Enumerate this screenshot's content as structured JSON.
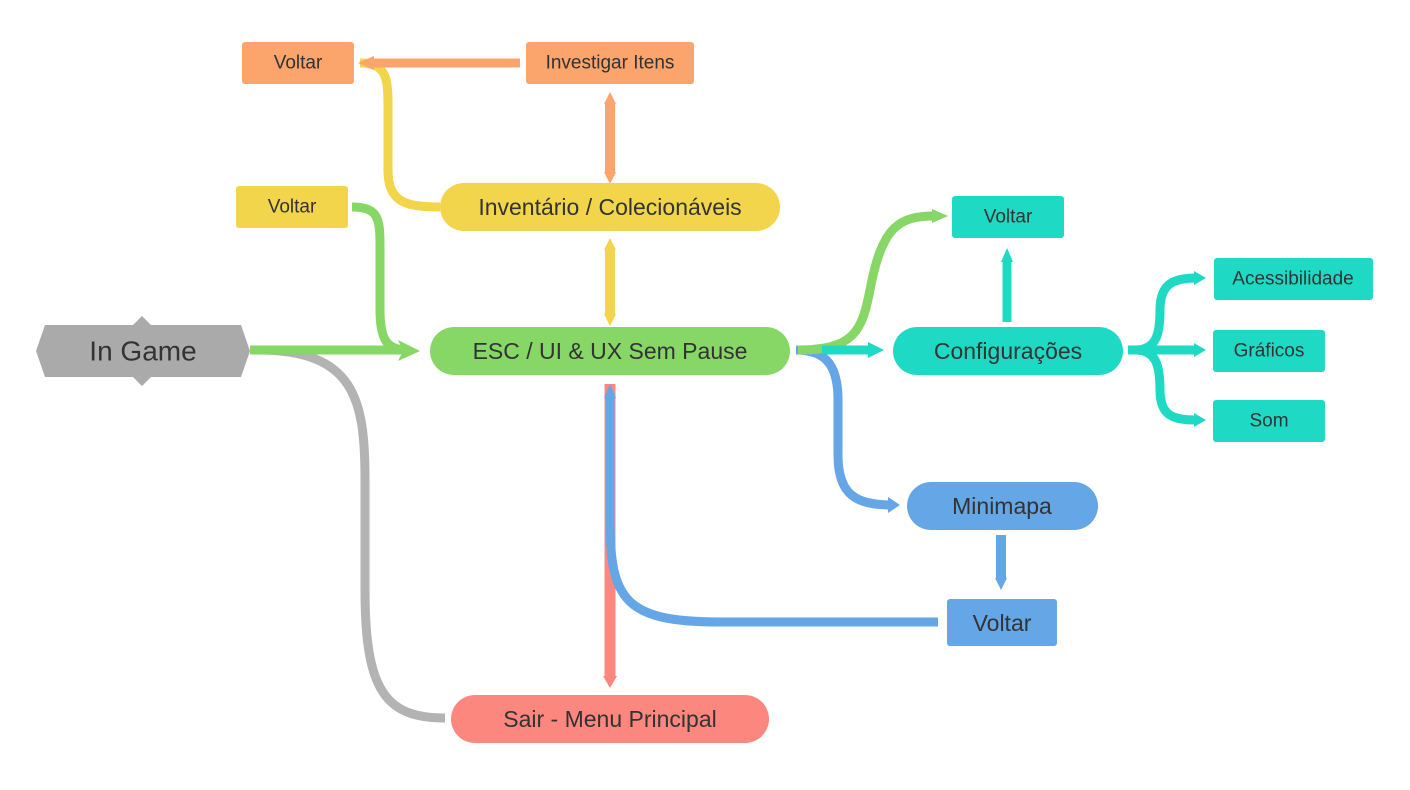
{
  "diagram": {
    "colors": {
      "grey": "#b3b3b3",
      "grey_node": "#aaaaaa",
      "green": "#86d766",
      "yellow": "#f2d54a",
      "orange": "#fba46b",
      "teal": "#1ed9c3",
      "blue": "#64a6e6",
      "red": "#fb877f"
    },
    "nodes": {
      "in_game": "In Game",
      "esc_ui": "ESC / UI & UX Sem Pause",
      "inventario": "Inventário / Colecionáveis",
      "investigar": "Investigar Itens",
      "voltar_orange": "Voltar",
      "voltar_yellow": "Voltar",
      "configuracoes": "Configurações",
      "voltar_teal": "Voltar",
      "acessibilidade": "Acessibilidade",
      "graficos": "Gráficos",
      "som": "Som",
      "minimapa": "Minimapa",
      "voltar_blue": "Voltar",
      "sair": "Sair - Menu Principal"
    }
  }
}
